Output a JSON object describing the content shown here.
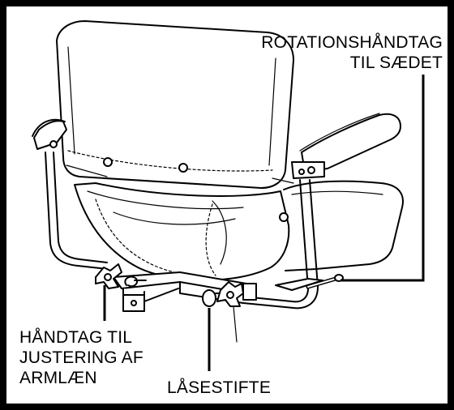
{
  "labels": {
    "rotation_handle": {
      "line1": "ROTATIONSHÅNDTAG",
      "line2": "TIL SÆDET"
    },
    "armrest_handle": {
      "line1": "HÅNDTAG TIL",
      "line2": "JUSTERING AF",
      "line3": "ARMLÆN"
    },
    "locking_pins": {
      "text": "LÅSESTIFTE"
    }
  }
}
